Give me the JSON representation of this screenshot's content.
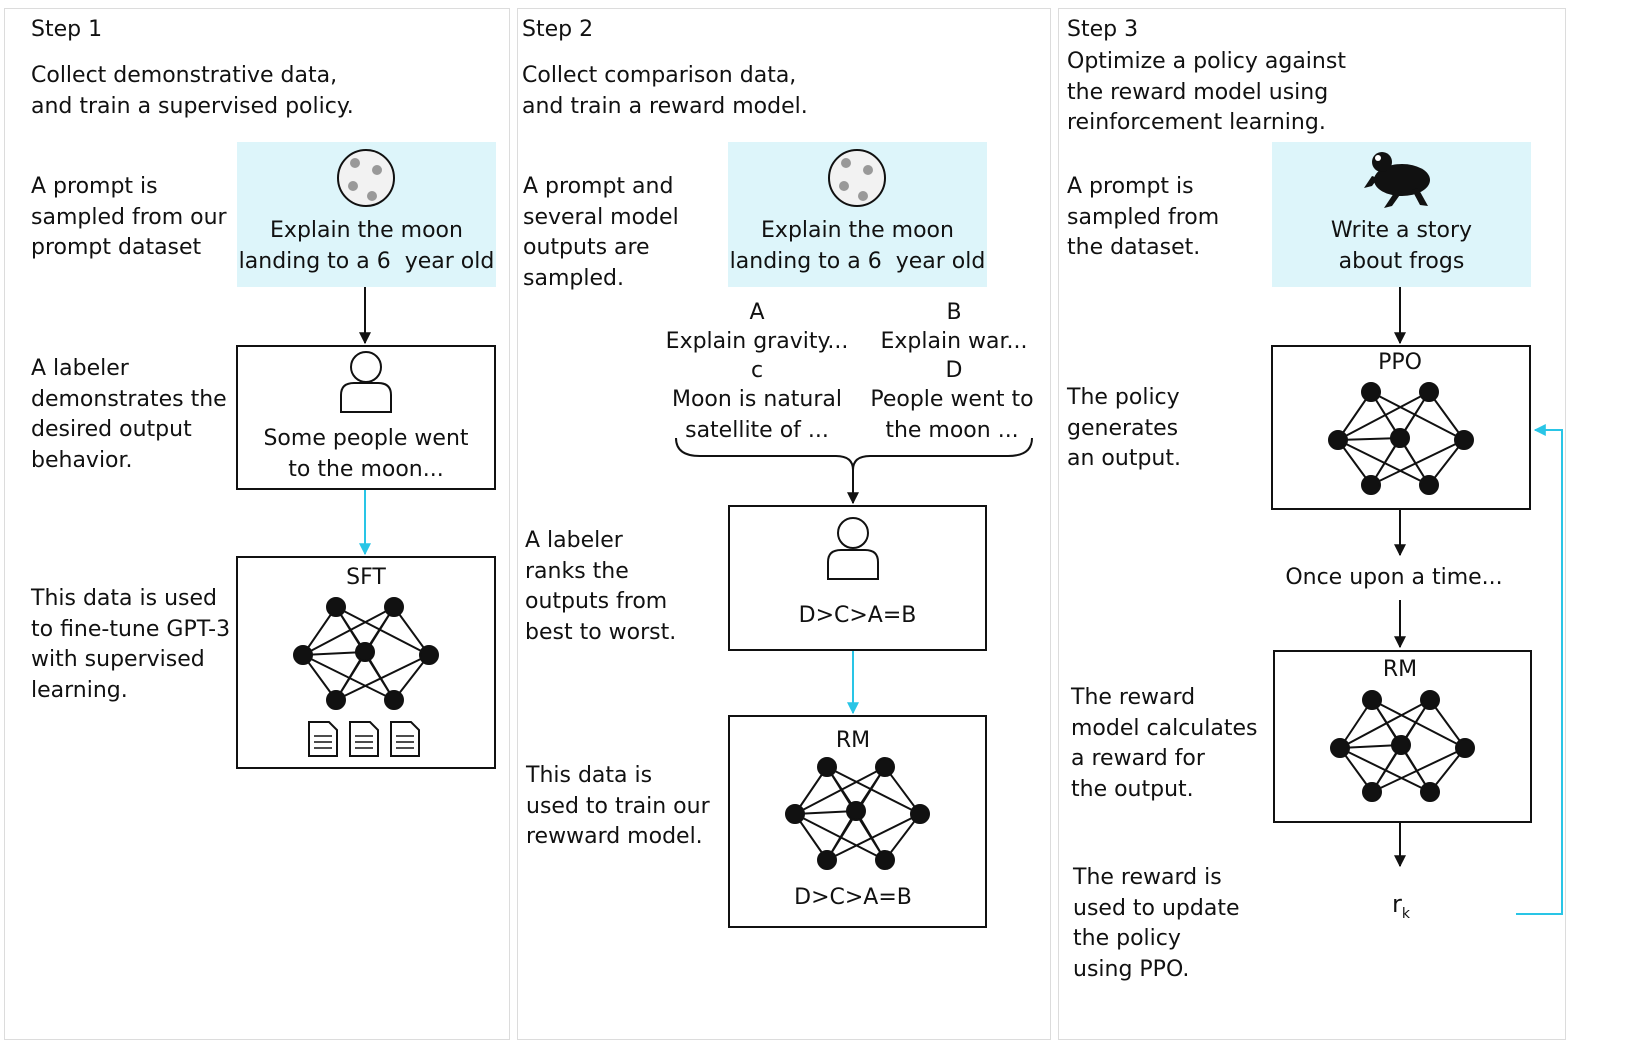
{
  "colors": {
    "prompt_bg": "#ddf5fa",
    "arrow_cyan": "#29c5e6",
    "line": "#111111",
    "border": "#dcdcdc"
  },
  "step1": {
    "heading": "Step 1",
    "title": "Collect demonstrative data,\nand train a supervised policy.",
    "desc_prompt": "A prompt is\nsampled from our\nprompt dataset",
    "prompt_text": "Explain the moon\nlanding to a 6  year old",
    "prompt_icon": "moon-icon",
    "desc_labeler": "A labeler\ndemonstrates the\ndesired output\nbehavior.",
    "labeler_text": "Some people went\nto the moon...",
    "labeler_icon": "person-icon",
    "desc_train": "This data is used\nto fine-tune GPT-3\nwith supervised\nlearning.",
    "model_label": "SFT",
    "model_icon": "neural-network-icon",
    "doc_icon": "document-icon"
  },
  "step2": {
    "heading": "Step 2",
    "title": "Collect comparison data,\nand train a reward model.",
    "desc_prompt": "A prompt and\nseveral model\noutputs are\nsampled.",
    "prompt_text": "Explain the moon\nlanding to a 6  year old",
    "outputs": [
      {
        "letter": "A",
        "text": "Explain gravity..."
      },
      {
        "letter": "B",
        "text": "Explain war..."
      },
      {
        "letter": "c",
        "text": "Moon is natural\nsatellite of ..."
      },
      {
        "letter": "D",
        "text": "People went to\nthe moon ..."
      }
    ],
    "desc_labeler": "A labeler\nranks the\noutputs from\nbest to worst.",
    "ranking": "D>C>A=B",
    "desc_train": "This data is\nused to train our\nrewward model.",
    "model_label": "RM",
    "model_ranking": "D>C>A=B"
  },
  "step3": {
    "heading": "Step 3",
    "title": "Optimize a policy against\nthe reward model using\nreinforcement learning.",
    "desc_prompt": "A prompt is\nsampled from\nthe dataset.",
    "prompt_text": "Write a story\nabout frogs",
    "prompt_icon": "frog-icon",
    "desc_policy": "The policy\ngenerates\nan output.",
    "policy_label": "PPO",
    "output_text": "Once upon a time...",
    "desc_reward": "The reward\nmodel calculates\na reward for\nthe output.",
    "rm_label": "RM",
    "desc_update": "The reward is\nused to update\nthe policy\nusing PPO.",
    "reward_symbol": "r",
    "reward_subscript": "k"
  }
}
